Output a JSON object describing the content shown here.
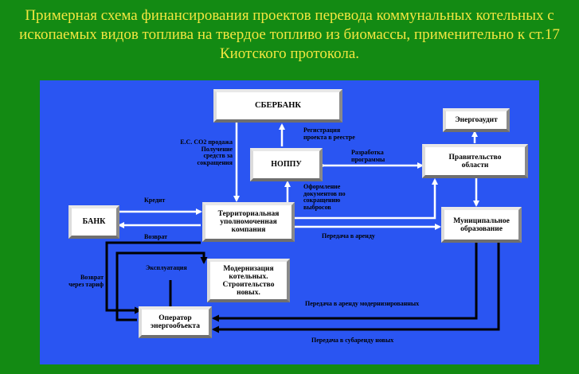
{
  "title": "Примерная схема финансирования проектов перевода коммунальных котельных с ископаемых видов топлива на твердое топливо из биомассы, применительно к ст.17 Киотского протокола.",
  "colors": {
    "background": "#138a13",
    "title_text": "#f2e640",
    "panel": "#2a55f2",
    "box": "#ffffff",
    "arrow_white": "#ffffff",
    "arrow_black": "#000000"
  },
  "boxes": {
    "sberbank": "СБЕРБАНК",
    "nopppu": "НОППУ",
    "energoaudit": "Энергоаудит",
    "pravitelstvo": "Правительство\nобласти",
    "bank": "БАНК",
    "territorial": "Территориальная\nуполномоченная\nкомпания",
    "municipal": "Муниципальное\nобразование",
    "modernization": "Модернизация\nкотельных.\nСтроительство\nновых.",
    "operator": "Оператор\nэнергообъекта"
  },
  "labels": {
    "es_co2": "Е.С. СО2 продажа\nПолучение\nсредств за\nсокращения",
    "registration": "Регистрация\nпроекта в реестре",
    "razrabotka": "Разработка\nпрограммы",
    "oformlenie": "Оформление\nдокументов по\nсокращению\nвыбросов",
    "kredit": "Кредит",
    "vozvrat": "Возврат",
    "peredacha_arenda": "Передача в аренду",
    "ekspluataciya": "Эксплуатация",
    "vozvrat_tarif": "Возврат\nчерез тариф",
    "peredacha_modern": "Передача в аренду модернизированных",
    "peredacha_subarenda": "Передача в субаренду новых"
  }
}
